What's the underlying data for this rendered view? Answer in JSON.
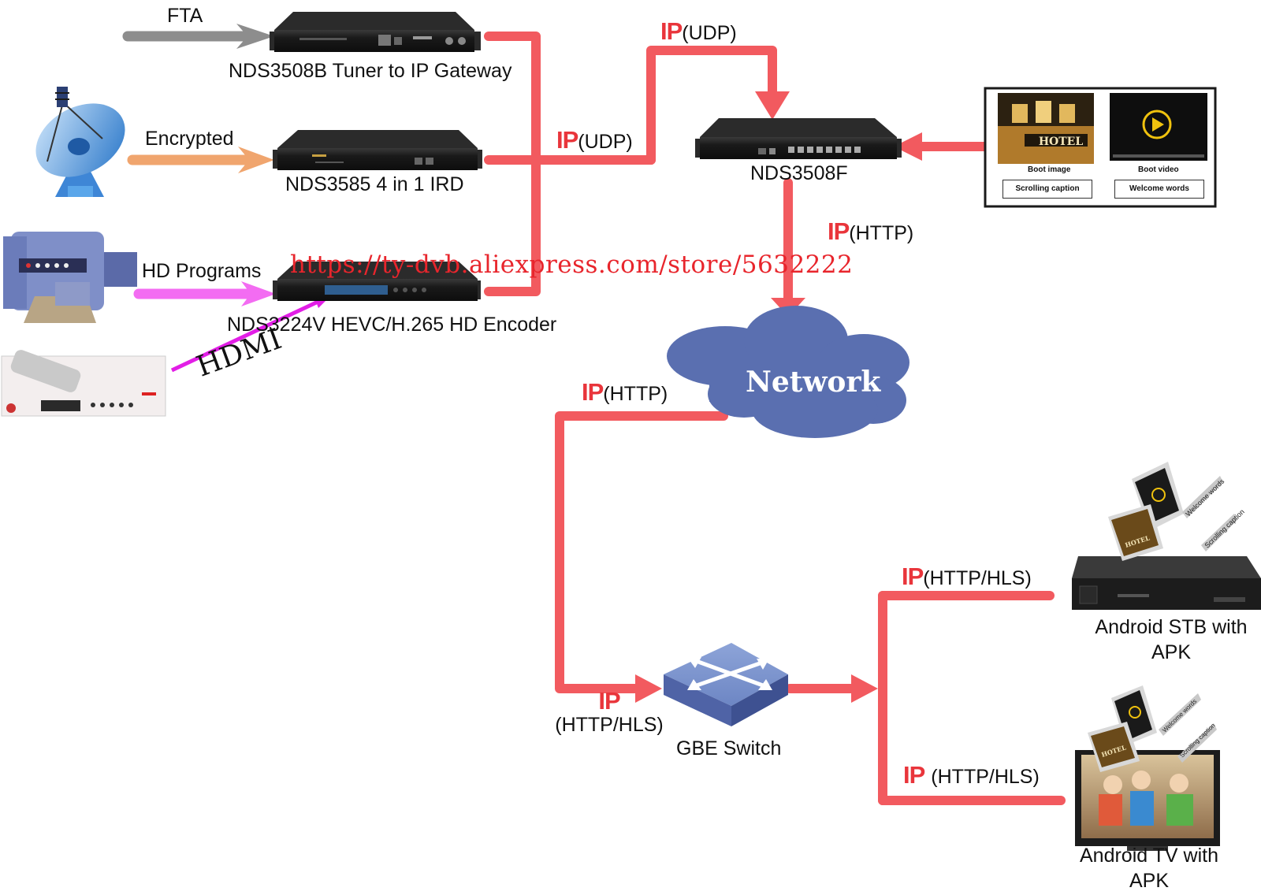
{
  "labels": {
    "fta": "FTA",
    "encrypted": "Encrypted",
    "hd_programs": "HD Programs",
    "hdmi": "HDMI",
    "gateway": "NDS3508B Tuner to IP Gateway",
    "ird": "NDS3585 4 in 1 IRD",
    "encoder": "NDS3224V HEVC/H.265 HD Encoder",
    "nds3508f": "NDS3508F",
    "network": "Network",
    "gbe_switch": "GBE Switch",
    "android_stb": [
      "Android STB with",
      "APK"
    ],
    "android_tv": [
      "Android TV with",
      "APK"
    ]
  },
  "ip_labels": {
    "ip": "IP",
    "udp_top": "(UDP)",
    "udp_mid": "(UDP)",
    "http_right": "(HTTP)",
    "http_left": "(HTTP)",
    "hls_switch": "(HTTP/HLS)",
    "hls_stb": "(HTTP/HLS)",
    "hls_tv": "(HTTP/HLS)"
  },
  "panel": {
    "boot_image": "Boot image",
    "boot_video": "Boot video",
    "scrolling_caption": "Scrolling caption",
    "welcome_words": "Welcome words",
    "hotel": "HOTEL"
  },
  "device_texts": {
    "welcome_words": "Welcome words",
    "scrolling_caption": "Scrolling caption",
    "hotel": "HOTEL"
  },
  "watermark_url": "https://ty-dvb.aliexpress.com/store/5632222",
  "colors": {
    "link_red": "#f25a5f",
    "ip_red": "#e9353b",
    "cloud_blue": "#5a6fb0",
    "fta_gray": "#8d8d8d",
    "encrypted_orange": "#f0a56e",
    "hd_pink": "#f36cf2",
    "hdmi_magenta": "#e21ee6",
    "device_black": "#1c1c1c"
  },
  "icons": [
    "satellite-dish-icon",
    "camera-icon",
    "receiver-icon",
    "switch-icon",
    "play-icon"
  ]
}
